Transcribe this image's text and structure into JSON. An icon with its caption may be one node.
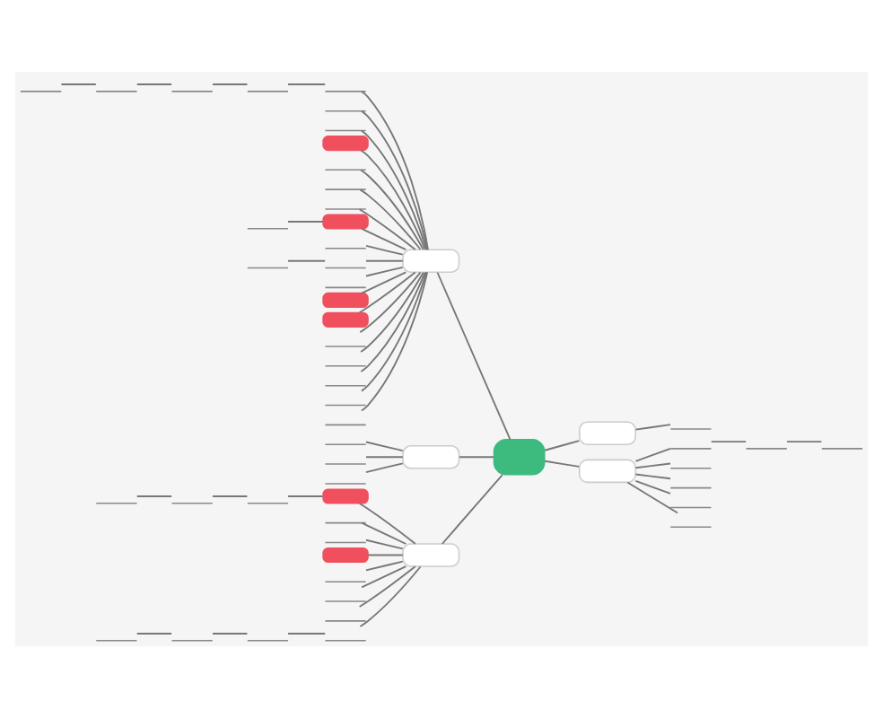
{
  "diagram": {
    "nodes": [
      {
        "text": [],
        "shape": "box"
      },
      {
        "text": [],
        "shape": "box"
      },
      {
        "text": [],
        "shape": "line"
      },
      {
        "text": [],
        "shape": "box"
      },
      {
        "text": [],
        "shape": "line"
      },
      {
        "text": [],
        "shape": "line"
      },
      {
        "text": [],
        "shape": "line"
      },
      {
        "text": [],
        "shape": "line"
      },
      {
        "text": [],
        "shape": "line"
      },
      {
        "text": [],
        "shape": "line"
      },
      {
        "text": [],
        "shape": "line"
      },
      {
        "text": [],
        "shape": "box"
      },
      {
        "text": [],
        "shape": "line"
      },
      {
        "text": [],
        "shape": "line"
      },
      {
        "text": [],
        "shape": "line"
      },
      {
        "text": [],
        "shape": "line"
      },
      {
        "text": [],
        "shape": "line"
      },
      {
        "text": [],
        "shape": "line"
      },
      {
        "text": [],
        "shape": "line"
      },
      {
        "text": [],
        "shape": "box"
      },
      {
        "text": [],
        "shape": "line"
      },
      {
        "text": [],
        "shape": "line"
      },
      {
        "text": [],
        "shape": "line"
      },
      {
        "text": [],
        "shape": "box"
      },
      {
        "text": [],
        "shape": "line"
      },
      {
        "text": [],
        "shape": "line"
      },
      {
        "text": [],
        "shape": "line"
      },
      {
        "text": [],
        "shape": "line"
      },
      {
        "text": [],
        "shape": "line"
      },
      {
        "text": [],
        "shape": "box"
      },
      {
        "text": [],
        "shape": "box"
      },
      {
        "text": [],
        "shape": "line"
      },
      {
        "text": [],
        "shape": "line"
      },
      {
        "text": [],
        "shape": "line"
      },
      {
        "text": [],
        "shape": "line"
      },
      {
        "text": [],
        "shape": "line"
      },
      {
        "text": [],
        "shape": "box"
      },
      {
        "text": [],
        "shape": "line"
      },
      {
        "text": [],
        "shape": "line"
      },
      {
        "text": [],
        "shape": "line"
      },
      {
        "text": [],
        "shape": "box"
      },
      {
        "text": [],
        "shape": "box"
      },
      {
        "text": [],
        "shape": "line"
      },
      {
        "text": [],
        "shape": "line"
      },
      {
        "text": [],
        "shape": "line"
      },
      {
        "text": [],
        "shape": "line"
      },
      {
        "text": [],
        "shape": "line"
      },
      {
        "text": [],
        "shape": "box"
      },
      {
        "text": [],
        "shape": "line"
      },
      {
        "text": [],
        "shape": "line"
      },
      {
        "text": [],
        "shape": "line"
      },
      {
        "text": [],
        "shape": "line"
      },
      {
        "text": [],
        "shape": "line"
      },
      {
        "text": [],
        "shape": "line"
      },
      {
        "text": [],
        "shape": "line"
      }
    ],
    "edges": [
      {
        "from": 0,
        "to": 1,
        "arrow": "none"
      },
      {
        "from": 1,
        "to": 2,
        "arrow": "none"
      },
      {
        "from": 0,
        "to": 3,
        "arrow": "none"
      },
      {
        "from": 3,
        "to": 4,
        "arrow": "none"
      },
      {
        "from": 4,
        "to": 5,
        "arrow": "none"
      },
      {
        "from": 5,
        "to": 6,
        "arrow": "none"
      },
      {
        "from": 3,
        "to": 7,
        "arrow": "none"
      },
      {
        "from": 3,
        "to": 8,
        "arrow": "none"
      },
      {
        "from": 3,
        "to": 9,
        "arrow": "none"
      },
      {
        "from": 3,
        "to": 10,
        "arrow": "none"
      },
      {
        "from": 0,
        "to": 11,
        "arrow": "none"
      },
      {
        "from": 11,
        "to": 12,
        "arrow": "none"
      },
      {
        "from": 12,
        "to": 13,
        "arrow": "none"
      },
      {
        "from": 13,
        "to": 14,
        "arrow": "none"
      },
      {
        "from": 14,
        "to": 15,
        "arrow": "none"
      },
      {
        "from": 15,
        "to": 16,
        "arrow": "none"
      },
      {
        "from": 11,
        "to": 17,
        "arrow": "none"
      },
      {
        "from": 11,
        "to": 18,
        "arrow": "none"
      },
      {
        "from": 11,
        "to": 19,
        "arrow": "none"
      },
      {
        "from": 11,
        "to": 20,
        "arrow": "none"
      },
      {
        "from": 11,
        "to": 21,
        "arrow": "none"
      },
      {
        "from": 11,
        "to": 22,
        "arrow": "none"
      },
      {
        "from": 11,
        "to": 23,
        "arrow": "none"
      },
      {
        "from": 23,
        "to": 24,
        "arrow": "none"
      },
      {
        "from": 11,
        "to": 25,
        "arrow": "none"
      },
      {
        "from": 11,
        "to": 26,
        "arrow": "none"
      },
      {
        "from": 26,
        "to": 27,
        "arrow": "none"
      },
      {
        "from": 11,
        "to": 28,
        "arrow": "none"
      },
      {
        "from": 11,
        "to": 29,
        "arrow": "none"
      },
      {
        "from": 11,
        "to": 30,
        "arrow": "none"
      },
      {
        "from": 11,
        "to": 31,
        "arrow": "none"
      },
      {
        "from": 11,
        "to": 32,
        "arrow": "none"
      },
      {
        "from": 11,
        "to": 33,
        "arrow": "none"
      },
      {
        "from": 11,
        "to": 34,
        "arrow": "none"
      },
      {
        "from": 11,
        "to": 35,
        "arrow": "none"
      },
      {
        "from": 0,
        "to": 36,
        "arrow": "none"
      },
      {
        "from": 36,
        "to": 37,
        "arrow": "none"
      },
      {
        "from": 36,
        "to": 38,
        "arrow": "none"
      },
      {
        "from": 36,
        "to": 39,
        "arrow": "none"
      },
      {
        "from": 0,
        "to": 40,
        "arrow": "none"
      },
      {
        "from": 40,
        "to": 41,
        "arrow": "none"
      },
      {
        "from": 41,
        "to": 42,
        "arrow": "none"
      },
      {
        "from": 42,
        "to": 43,
        "arrow": "none"
      },
      {
        "from": 43,
        "to": 44,
        "arrow": "none"
      },
      {
        "from": 40,
        "to": 45,
        "arrow": "none"
      },
      {
        "from": 40,
        "to": 46,
        "arrow": "none"
      },
      {
        "from": 40,
        "to": 47,
        "arrow": "none"
      },
      {
        "from": 40,
        "to": 48,
        "arrow": "none"
      },
      {
        "from": 40,
        "to": 49,
        "arrow": "none"
      },
      {
        "from": 40,
        "to": 50,
        "arrow": "none"
      },
      {
        "from": 40,
        "to": 51,
        "arrow": "none"
      },
      {
        "from": 51,
        "to": 52,
        "arrow": "none"
      },
      {
        "from": 52,
        "to": 53,
        "arrow": "none"
      },
      {
        "from": 53,
        "to": 54,
        "arrow": "none"
      }
    ]
  }
}
